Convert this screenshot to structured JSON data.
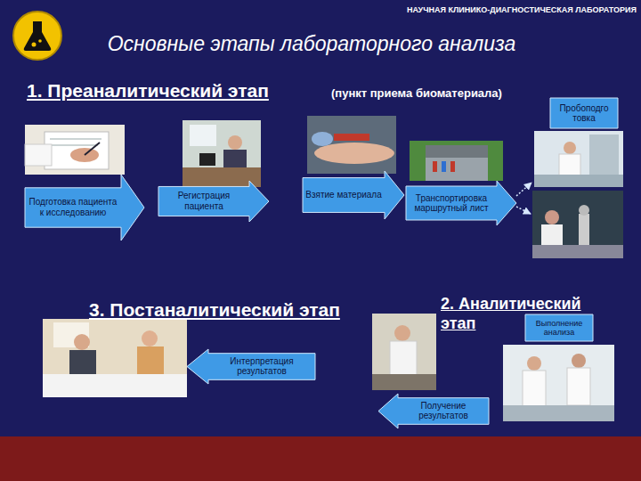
{
  "diagram": {
    "title": "Основные этапы лабораторного анализа",
    "nodes": [
      {
        "text": [
          "Подготовка пациента к исследованию"
        ]
      },
      {
        "text": [
          "Регистрация пациента"
        ]
      },
      {
        "text": [
          "Взятие материала"
        ]
      },
      {
        "text": [
          "Транспортировка маршрутный лист"
        ]
      },
      {
        "text": [
          "Пробоподго товка"
        ]
      },
      {
        "text": [
          "Выполнение анализа"
        ]
      },
      {
        "text": [
          "Интерпретация результатов"
        ]
      },
      {
        "text": [
          "Получение результатов"
        ]
      }
    ],
    "labels": [
      "НАУЧНАЯ КЛИНИКО-ДИАГНОСТИЧЕСКАЯ ЛАБОРАТОРИЯ",
      "1. Преаналитический этап",
      "(пункт приема биоматериала)",
      "3. Постаналитический этап",
      "2. Аналитический этап"
    ]
  }
}
